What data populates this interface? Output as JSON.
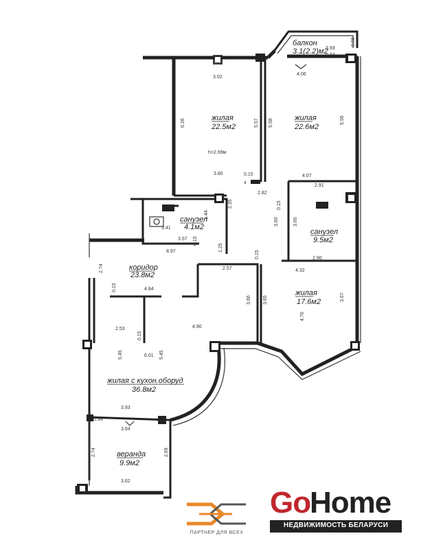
{
  "rooms": {
    "balcony": {
      "label": "балкон",
      "area": "3.1(2.2)м2"
    },
    "living1": {
      "label": "жилая",
      "area": "22.5м2",
      "height": "h=2.69м"
    },
    "living2": {
      "label": "жилая",
      "area": "22.6м2"
    },
    "bathroom1": {
      "label": "санузел",
      "area": "4.1м2"
    },
    "bathroom2": {
      "label": "санузел",
      "area": "9.5м2"
    },
    "corridor": {
      "label": "коридор",
      "area": "23.8м2"
    },
    "living3": {
      "label": "жилая",
      "area": "17.6м2"
    },
    "living_kitchen": {
      "label": "жилая с кухон.оборуд",
      "area": "36.8м2"
    },
    "veranda": {
      "label": "веранда",
      "area": "9.9м2"
    }
  },
  "dimensions": {
    "d_302": "3.02",
    "d_406": "4.06",
    "d_393top": "3.93",
    "d_033": "0.33",
    "d_008": "0.08",
    "d_626": "6.26",
    "d_557": "5.57",
    "d_558": "5.58",
    "d_556": "5.56",
    "d_380": "3.80",
    "d_015a": "0.15",
    "d_282": "2.82",
    "d_407": "4.07",
    "d_291": "2.91",
    "d_235": "2.35",
    "d_015b": "0.15",
    "d_144": "1.44",
    "d_341": "3.41",
    "d_357": "3.57",
    "d_015c": "0.15",
    "d_360a": "3.60",
    "d_360b": "3.60",
    "d_290": "2.90",
    "d_897": "8.97",
    "d_125": "1.25",
    "d_015d": "0.15",
    "d_274top": "2.74",
    "d_257": "2.57",
    "d_432": "4.32",
    "d_015e": "0.15",
    "d_484": "4.84",
    "d_366": "3.66",
    "d_365": "3.65",
    "d_367": "3.67",
    "d_476": "4.76",
    "d_253": "2.53",
    "d_490": "4.90",
    "d_015f": "0.15",
    "d_545a": "5.45",
    "d_601": "6.01",
    "d_545b": "5.45",
    "d_034": "0.34",
    "d_393b": "3.93",
    "d_364": "3.64",
    "d_274": "2.74",
    "d_269": "2.69",
    "d_362": "3.62"
  },
  "logos": {
    "partner": {
      "caption": "ПАРТНЕР ДЛЯ ВСЕХ"
    },
    "gohome": {
      "go": "Go",
      "home": "Home",
      "tagline": "НЕДВИЖИМОСТЬ БЕЛАРУСИ"
    }
  },
  "colors": {
    "brand_red": "#c0272d",
    "brand_orange": "#e8882a",
    "ink": "#222222"
  }
}
